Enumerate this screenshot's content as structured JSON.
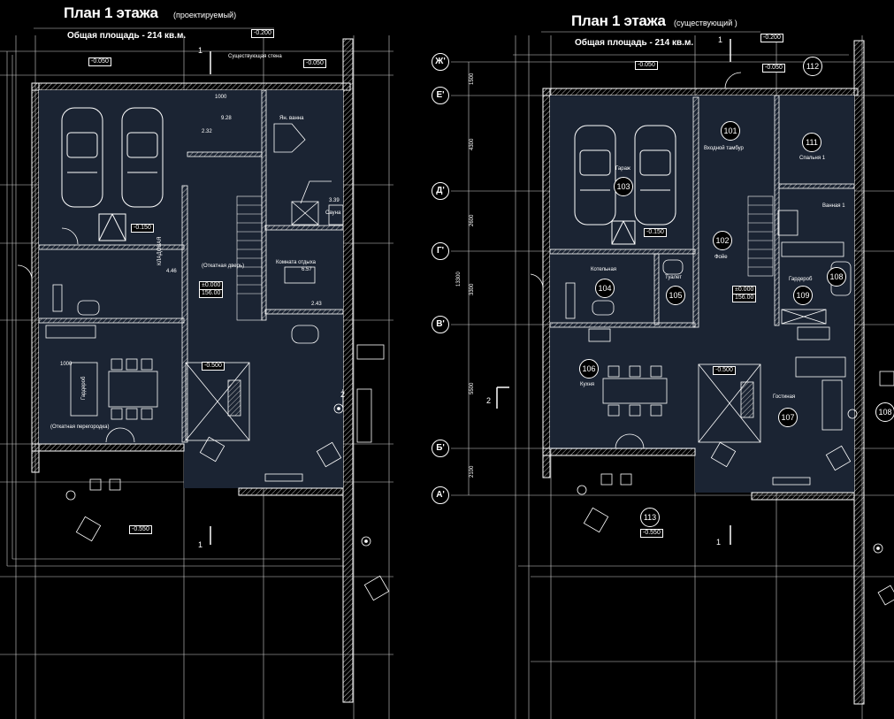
{
  "left_plan": {
    "title": "План 1 этажа",
    "subtitle": "(проектируемый)",
    "area": "Общая площадь - 214 кв.м.",
    "levels": [
      "-0.200",
      "-0.050",
      "-0.050",
      "-0.150",
      "-0.500",
      "-0.550"
    ],
    "level_main": "±0.000",
    "level_abs": "156.00",
    "notes": {
      "existing_wall": "Существующая стена",
      "storage": "КЛАДОВАЯ",
      "sliding_door": "(Откатная дверь)",
      "wardrobe": "Гардероб",
      "partition": "(Откатная перегородка)",
      "bath": "Ян. ванна",
      "sauna": "Сауна",
      "rest_room": "Комната отдыха"
    },
    "dims": [
      "1000",
      "1000",
      "2.32",
      "9.28",
      "4.46",
      "2.43",
      "6.57",
      "3.39"
    ],
    "section_mark": "1"
  },
  "right_plan": {
    "title": "План 1 этажа",
    "subtitle": "(существующий )",
    "area": "Общая площадь - 214 кв.м.",
    "levels": [
      "-0.200",
      "-0.050",
      "-0.050",
      "-0.150",
      "-0.500",
      "-0.550"
    ],
    "level_main": "±0.000",
    "level_abs": "156.00",
    "rooms": [
      {
        "num": "101",
        "name": "Входной тамбур"
      },
      {
        "num": "102",
        "name": "Фойе"
      },
      {
        "num": "103",
        "name": "Гараж"
      },
      {
        "num": "104",
        "name": "Котельная"
      },
      {
        "num": "105",
        "name": "Туалет"
      },
      {
        "num": "106",
        "name": "Кухня"
      },
      {
        "num": "107",
        "name": "Гостиная"
      },
      {
        "num": "108",
        "name": ""
      },
      {
        "num": "109",
        "name": "Гардероб"
      },
      {
        "num": "111",
        "name": "Спальня 1"
      },
      {
        "num": "112",
        "name": ""
      },
      {
        "num": "113",
        "name": ""
      }
    ],
    "bath_label": "Ванная 1",
    "axes": [
      "Ж'",
      "Е'",
      "Д'",
      "Г'",
      "В'",
      "Б'",
      "А'"
    ],
    "axis_dims": [
      "1500",
      "4300",
      "2600",
      "3300",
      "13300",
      "5500",
      "2100"
    ],
    "section_mark_1": "1",
    "section_mark_2": "2"
  },
  "colors": {
    "background": "#000000",
    "line": "#ffffff",
    "room_fill": "#1b2433"
  }
}
